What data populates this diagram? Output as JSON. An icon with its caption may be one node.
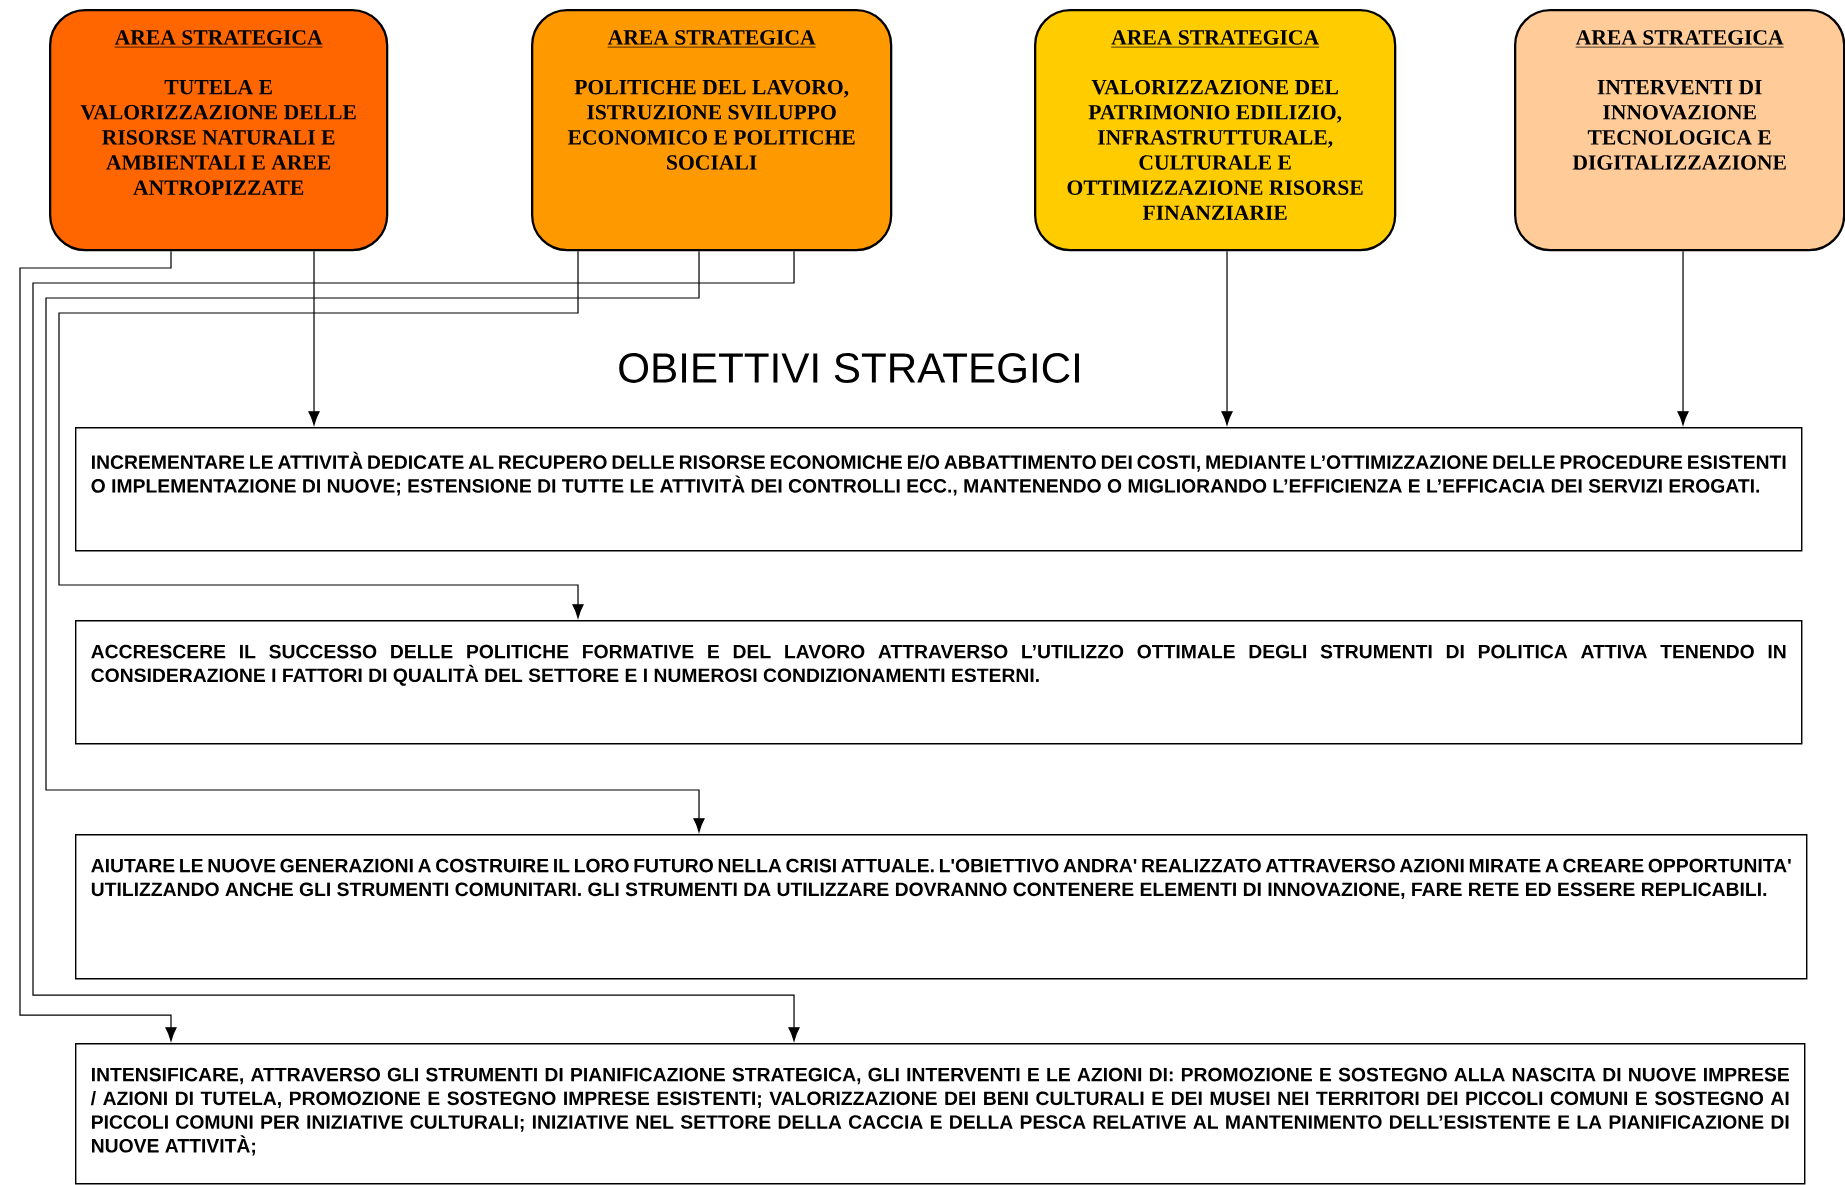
{
  "diagram": {
    "title": "OBIETTIVI STRATEGICI",
    "nodes": [
      {
        "text": [
          "AREA STRATEGICA",
          "TUTELA E VALORIZZAZIONE DELLE RISORSE NATURALI E AMBIENTALI E AREE ANTROPIZZATE"
        ]
      },
      {
        "text": [
          "AREA STRATEGICA",
          "POLITICHE DEL LAVORO, ISTRUZIONE SVILUPPO ECONOMICO E POLITICHE SOCIALI"
        ]
      },
      {
        "text": [
          "AREA STRATEGICA",
          "VALORIZZAZIONE DEL PATRIMONIO EDILIZIO, INFRASTRUTTURALE, CULTURALE E OTTIMIZZAZIONE RISORSE FINANZIARIE"
        ]
      },
      {
        "text": [
          "AREA STRATEGICA",
          "INTERVENTI DI INNOVAZIONE TECNOLOGICA E DIGITALIZZAZIONE"
        ]
      },
      {
        "text": [
          "INCREMENTARE LE ATTIVITÀ DEDICATE AL RECUPERO DELLE RISORSE ECONOMICHE E/O ABBATTIMENTO DEI COSTI, MEDIANTE L’OTTIMIZZAZIONE DELLE PROCEDURE ESISTENTI O IMPLEMENTAZIONE DI NUOVE; ESTENSIONE DI TUTTE LE ATTIVITÀ DEI CONTROLLI ECC., MANTENENDO O MIGLIORANDO L’EFFICIENZA E L’EFFICACIA DEI SERVIZI EROGATI."
        ]
      },
      {
        "text": [
          "ACCRESCERE IL SUCCESSO DELLE POLITICHE FORMATIVE E DEL LAVORO ATTRAVERSO L’UTILIZZO OTTIMALE DEGLI STRUMENTI DI POLITICA ATTIVA TENENDO IN CONSIDERAZIONE I FATTORI DI QUALITÀ DEL SETTORE E I NUMEROSI CONDIZIONAMENTI ESTERNI."
        ]
      },
      {
        "text": [
          "AIUTARE LE NUOVE GENERAZIONI A COSTRUIRE IL LORO FUTURO NELLA CRISI ATTUALE. L'OBIETTIVO ANDRA' REALIZZATO ATTRAVERSO AZIONI MIRATE A CREARE OPPORTUNITA' UTILIZZANDO ANCHE GLI STRUMENTI COMUNITARI. GLI STRUMENTI DA UTILIZZARE DOVRANNO CONTENERE ELEMENTI DI INNOVAZIONE, FARE RETE ED ESSERE REPLICABILI."
        ]
      },
      {
        "text": [
          "INTENSIFICARE, ATTRAVERSO GLI STRUMENTI DI PIANIFICAZIONE STRATEGICA, GLI INTERVENTI E LE AZIONI DI: PROMOZIONE E SOSTEGNO ALLA NASCITA DI NUOVE IMPRESE / AZIONI DI TUTELA, PROMOZIONE E SOSTEGNO IMPRESE ESISTENTI; VALORIZZAZIONE DEI BENI CULTURALI E DEI MUSEI NEI TERRITORI DEI PICCOLI COMUNI E SOSTEGNO AI PICCOLI COMUNI PER INIZIATIVE CULTURALI; INIZIATIVE NEL SETTORE DELLA CACCIA E DELLA PESCA RELATIVE AL MANTENIMENTO DELL’ESISTENTE E LA PIANIFICAZIONE DI NUOVE ATTIVITÀ;"
        ]
      }
    ],
    "edges": [
      {
        "from": 0,
        "to": 7,
        "arrow": "to"
      },
      {
        "from": 0,
        "to": 4,
        "arrow": "to"
      },
      {
        "from": 1,
        "to": 5,
        "arrow": "to"
      },
      {
        "from": 1,
        "to": 6,
        "arrow": "to"
      },
      {
        "from": 1,
        "to": 7,
        "arrow": "to"
      },
      {
        "from": 2,
        "to": 4,
        "arrow": "to"
      },
      {
        "from": 3,
        "to": 4,
        "arrow": "to"
      }
    ]
  }
}
